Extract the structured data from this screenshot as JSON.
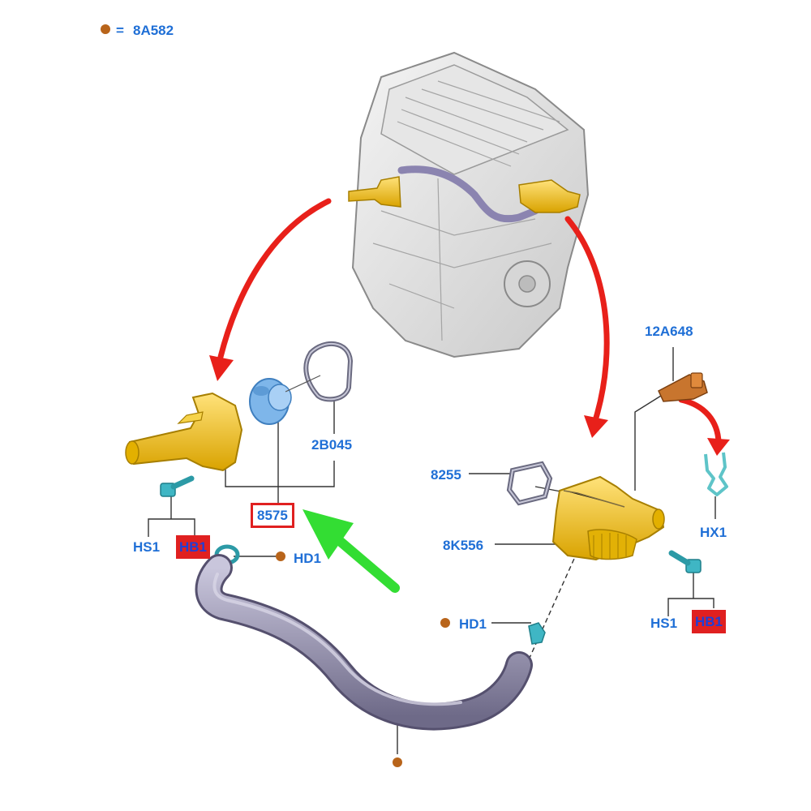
{
  "colors": {
    "label_blue": "#1f6fd6",
    "highlight_red": "#e02020",
    "callout_arrow": "#e8201a",
    "pointer_arrow": "#33dd33",
    "ref_dot": "#b8641a",
    "part_yellow": "#f0c21a",
    "part_blue": "#6aa8e0",
    "hose_purple": "#8e8aa6",
    "leader_line": "#333333"
  },
  "legend": {
    "icon": "ref-dot-icon",
    "symbol": "=",
    "code": "8A582"
  },
  "labels": {
    "gasket_left": "2B045",
    "thermostat": "8575",
    "bolt_left_hs": "HS1",
    "bolt_left_hb": "HB1",
    "clamp_left": "HD1",
    "sensor": "12A648",
    "gasket_right": "8255",
    "housing_right": "8K556",
    "clip": "HX1",
    "clamp_right": "HD1",
    "bolt_right_hs": "HS1",
    "bolt_right_hb": "HB1"
  },
  "icons": [
    "engine-block-icon",
    "thermostat-housing-icon",
    "thermostat-icon",
    "gasket-icon",
    "bolt-icon",
    "hose-clamp-icon",
    "coolant-hose-icon",
    "temperature-sensor-icon",
    "retaining-clip-icon",
    "coolant-outlet-housing-icon",
    "callout-arrow-icon",
    "pointer-arrow-icon"
  ]
}
